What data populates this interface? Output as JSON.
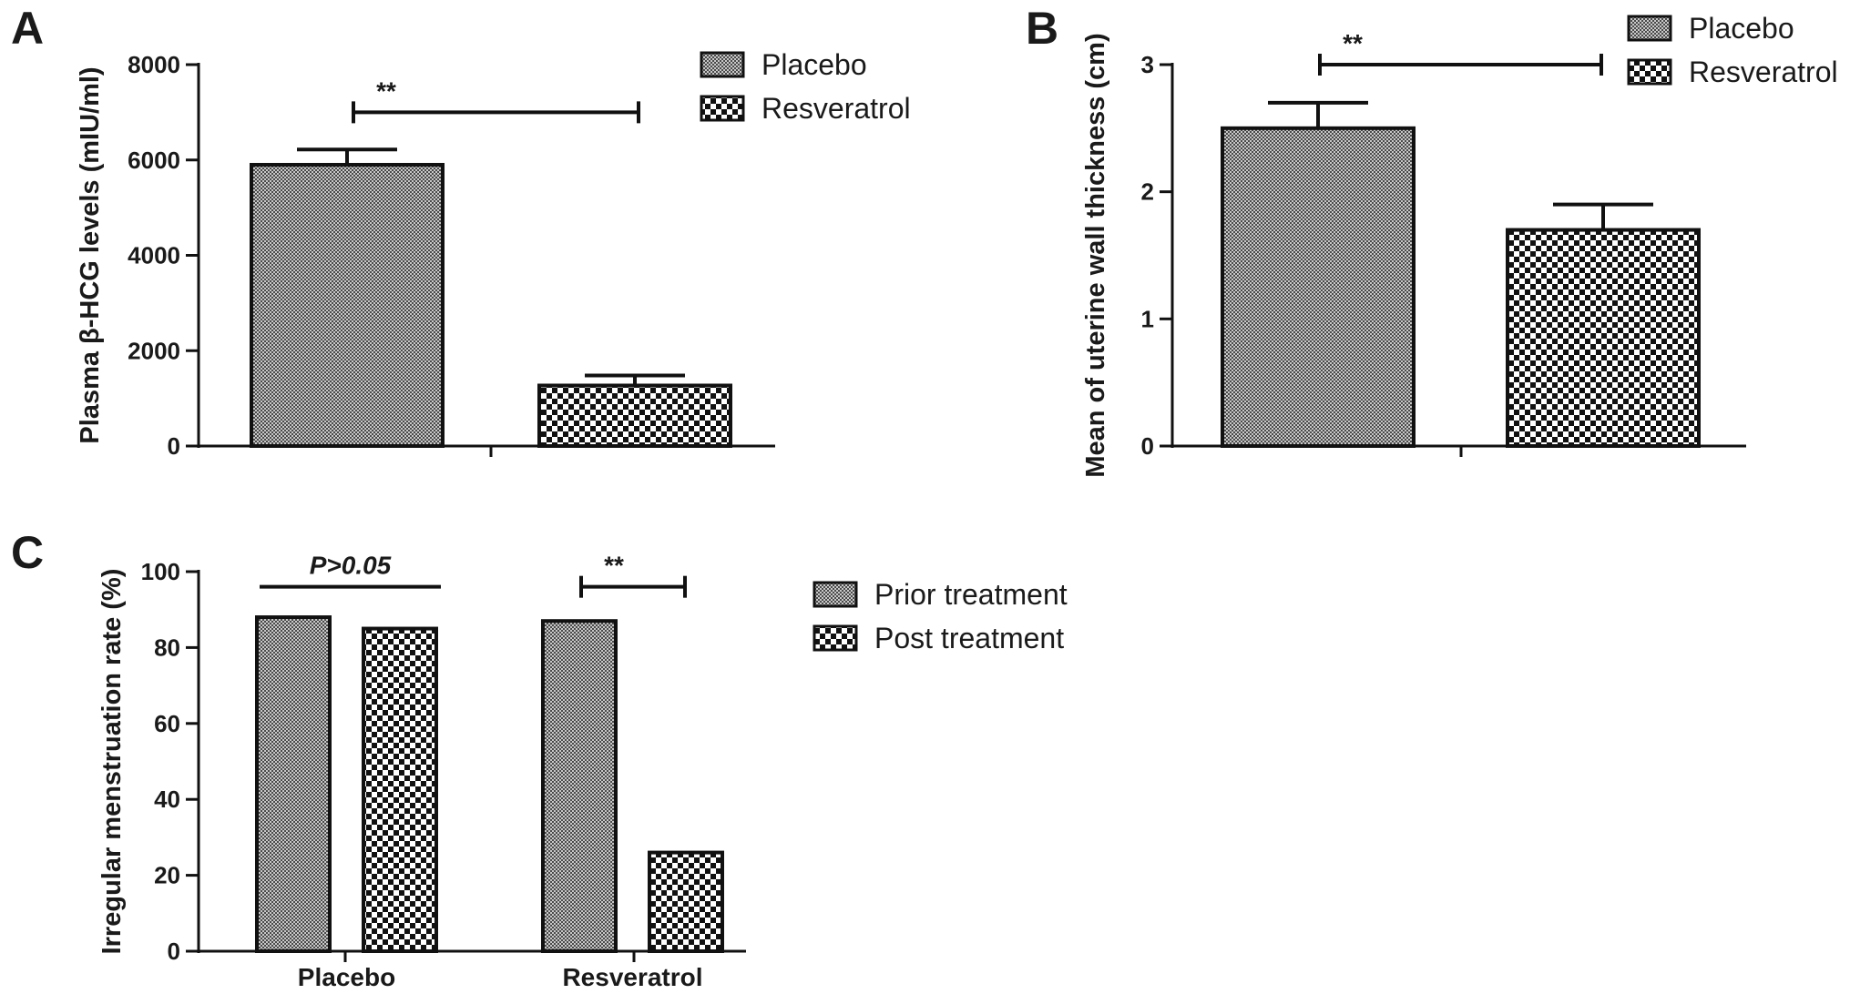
{
  "chart_data": [
    {
      "panel": "A",
      "type": "bar",
      "categories": [
        "",
        ""
      ],
      "series": [
        {
          "name": "Placebo",
          "values": [
            5900,
            null
          ],
          "error": [
            320,
            null
          ]
        },
        {
          "name": "Resveratrol",
          "values": [
            null,
            1270
          ],
          "error": [
            null,
            210
          ]
        }
      ],
      "ylabel": "Plasma β-HCG levels (mIU/ml)",
      "xlabel": "",
      "ylim": [
        0,
        8000
      ],
      "yticks": [
        0,
        2000,
        4000,
        6000,
        8000
      ],
      "legend": [
        "Placebo",
        "Resveratrol"
      ],
      "legend_position": "top-right",
      "grid": false,
      "annotations": [
        {
          "text": "**",
          "from": 0,
          "to": 1,
          "y": 7000
        }
      ]
    },
    {
      "panel": "B",
      "type": "bar",
      "categories": [
        "",
        ""
      ],
      "series": [
        {
          "name": "Placebo",
          "values": [
            2.5,
            null
          ],
          "error": [
            0.2,
            null
          ]
        },
        {
          "name": "Resveratrol",
          "values": [
            null,
            1.7
          ],
          "error": [
            null,
            0.2
          ]
        }
      ],
      "ylabel": "Mean of uterine wall thickness (cm)",
      "xlabel": "",
      "ylim": [
        0,
        3
      ],
      "yticks": [
        0,
        1,
        2,
        3
      ],
      "legend": [
        "Placebo",
        "Resveratrol"
      ],
      "legend_position": "top-right",
      "grid": false,
      "annotations": [
        {
          "text": "**",
          "from": 0,
          "to": 1,
          "y": 3.0
        }
      ]
    },
    {
      "panel": "C",
      "type": "bar",
      "categories": [
        "Placebo",
        "Resveratrol"
      ],
      "series": [
        {
          "name": "Prior treatment",
          "values": [
            88,
            87
          ]
        },
        {
          "name": "Post treatment",
          "values": [
            85,
            26
          ]
        }
      ],
      "ylabel": "Irregular menstruation rate (%)",
      "xlabel": "",
      "ylim": [
        0,
        100
      ],
      "yticks": [
        0,
        20,
        40,
        60,
        80,
        100
      ],
      "legend": [
        "Prior treatment",
        "Post treatment"
      ],
      "legend_position": "top-right",
      "grid": false,
      "annotations": [
        {
          "text": "P>0.05",
          "category": 0,
          "y": 96
        },
        {
          "text": "**",
          "category": 1,
          "y": 96
        }
      ]
    }
  ]
}
